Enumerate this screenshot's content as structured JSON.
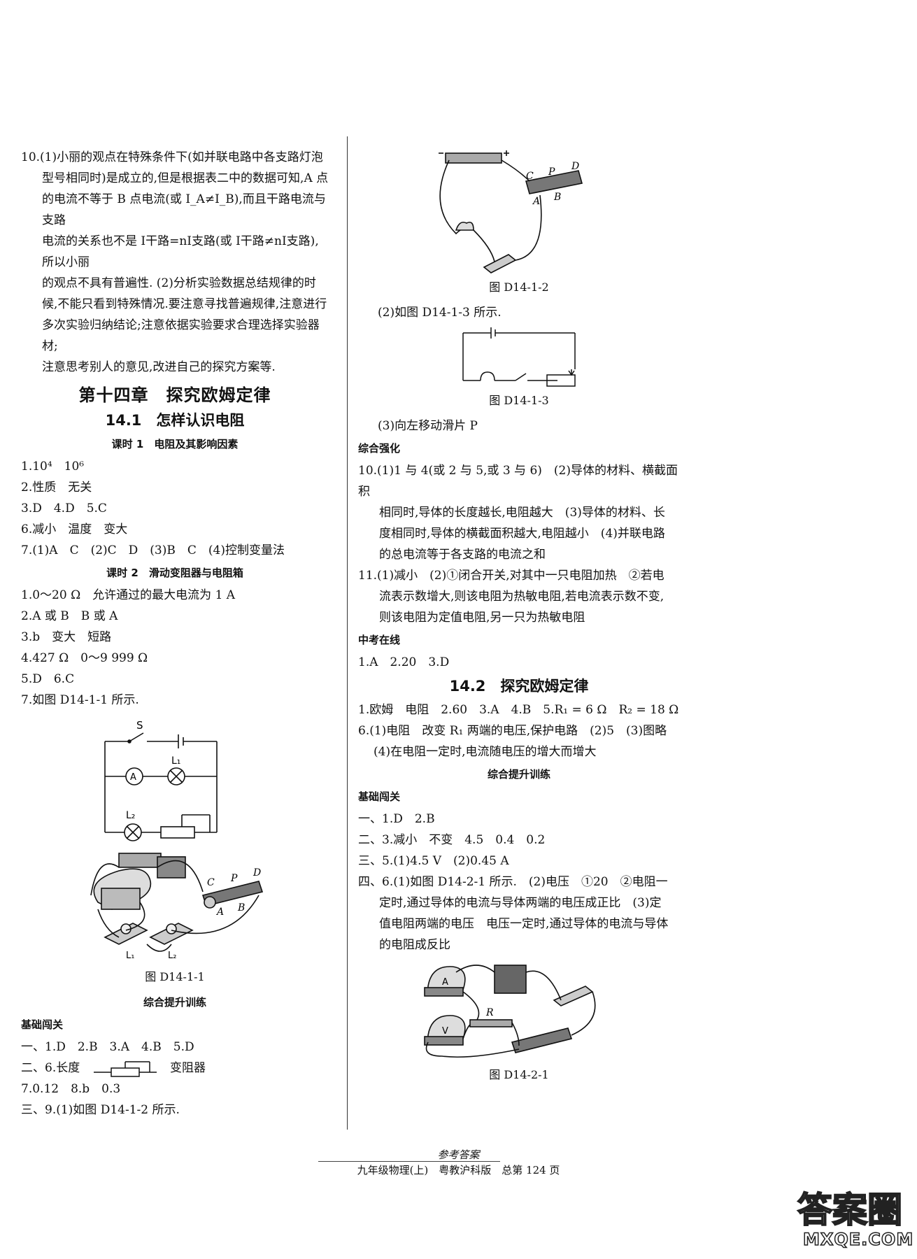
{
  "left": {
    "q10_lines": [
      "10.(1)小丽的观点在特殊条件下(如并联电路中各支路灯泡",
      "型号相同时)是成立的,但是根据表二中的数据可知,A 点",
      "的电流不等于 B 点电流(或 I_A≠I_B),而且干路电流与支路",
      "电流的关系也不是 I干路=nI支路(或 I干路≠nI支路),所以小丽",
      "的观点不具有普遍性. (2)分析实验数据总结规律的时",
      "候,不能只看到特殊情况.要注意寻找普遍规律,注意进行",
      "多次实验归纳结论;注意依据实验要求合理选择实验器材;",
      "注意思考别人的意见,改进自己的探究方案等."
    ],
    "chapter_title": "第十四章　探究欧姆定律",
    "section_title": "14.1　怎样认识电阻",
    "lesson1_title": "课时 1　电阻及其影响因素",
    "lesson1_items": [
      "1.10⁴　10⁶",
      "2.性质　无关",
      "3.D　4.D　5.C",
      "6.减小　温度　变大",
      "7.(1)A　C　(2)C　D　(3)B　C　(4)控制变量法"
    ],
    "lesson2_title": "课时 2　滑动变阻器与电阻箱",
    "lesson2_items": [
      "1.0～20 Ω　允许通过的最大电流为 1 A",
      "2.A 或 B　B 或 A",
      "3.b　变大　短路",
      "4.427 Ω　0～9 999 Ω",
      "5.D　6.C",
      "7.如图 D14-1-1 所示."
    ],
    "fig1_labels": {
      "s": "S",
      "l1": "L₁",
      "l2": "L₂",
      "a": "A",
      "c": "C",
      "p": "P",
      "d": "D",
      "b": "B"
    },
    "fig1_caption": "图 D14-1-1",
    "training_title": "综合提升训练",
    "basic_title": "基础闯关",
    "basic_items": [
      "一、1.D　2.B　3.A　4.B　5.D",
      "二、6.长度",
      "7.0.12　8.b　0.3",
      "三、9.(1)如图 D14-1-2 所示."
    ],
    "rheostat_label": "变阻器"
  },
  "right": {
    "fig2_labels": {
      "c": "C",
      "p": "P",
      "d": "D",
      "a": "A",
      "b": "B"
    },
    "fig2_caption": "图 D14-1-2",
    "item_2": "(2)如图 D14-1-3 所示.",
    "fig3_caption": "图 D14-1-3",
    "item_3": "(3)向左移动滑片 P",
    "strengthen_title": "综合强化",
    "q10_lines": [
      "10.(1)1 与 4(或 2 与 5,或 3 与 6)　(2)导体的材料、横截面积",
      "相同时,导体的长度越长,电阻越大　(3)导体的材料、长",
      "度相同时,导体的横截面积越大,电阻越小　(4)并联电路",
      "的总电流等于各支路的电流之和"
    ],
    "q11_lines": [
      "11.(1)减小　(2)①闭合开关,对其中一只电阻加热　②若电",
      "流表示数增大,则该电阻为热敏电阻,若电流表示数不变,",
      "则该电阻为定值电阻,另一只为热敏电阻"
    ],
    "exam_title": "中考在线",
    "exam_items": "1.A　2.20　3.D",
    "section2_title": "14.2　探究欧姆定律",
    "s2_lines": [
      "1.欧姆　电阻　2.60　3.A　4.B　5.R₁ = 6 Ω　R₂ = 18 Ω",
      "6.(1)电阻　改变 R₁ 两端的电压,保护电路　(2)5　(3)图略",
      "(4)在电阻一定时,电流随电压的增大而增大"
    ],
    "training_title": "综合提升训练",
    "basic_title": "基础闯关",
    "basic_items": [
      "一、1.D　2.B",
      "二、3.减小　不变　4.5　0.4　0.2",
      "三、5.(1)4.5 V　(2)0.45 A"
    ],
    "q4_lines": [
      "四、6.(1)如图 D14-2-1 所示.　(2)电压　①20　②电阻一",
      "定时,通过导体的电流与导体两端的电压成正比　(3)定",
      "值电阻两端的电压　电压一定时,通过导体的电流与导体",
      "的电阻成反比"
    ],
    "fig4_labels": {
      "a": "A",
      "v": "V",
      "r": "R"
    },
    "fig4_caption": "图 D14-2-1"
  },
  "footer": {
    "title": "参考答案",
    "info": "九年级物理(上)　粤教沪科版　总第 124 页"
  },
  "watermark": {
    "big": "答案圈",
    "site": "MXQE.COM"
  }
}
